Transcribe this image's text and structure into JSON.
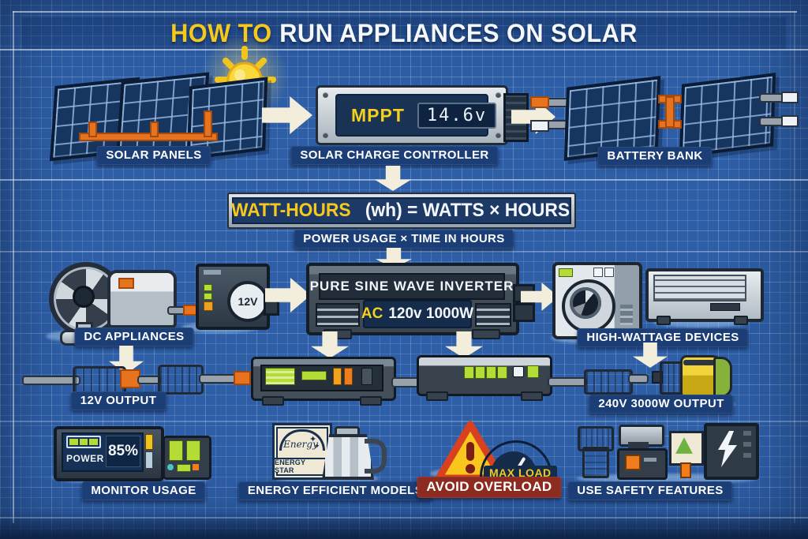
{
  "title": {
    "prefix": "HOW TO",
    "rest": "RUN APPLIANCES ON SOLAR"
  },
  "top_row": {
    "solar_panels_label": "SOLAR PANELS",
    "controller_label": "SOLAR CHARGE CONTROLLER",
    "controller_mode": "MPPT",
    "controller_voltage": "14.6v",
    "battery_label": "BATTERY BANK"
  },
  "formula": {
    "highlight": "WATT-HOURS",
    "rest": "(wh) = WATTS × HOURS",
    "subtitle": "POWER USAGE × TIME IN HOURS"
  },
  "mid_row": {
    "dc_label": "DC APPLIANCES",
    "dc_voltage_badge": "12V",
    "inverter_title": "PURE SINE WAVE INVERTER",
    "inverter_ac": "AC",
    "inverter_spec": "120v 1000W",
    "high_wattage_label": "HIGH-WATTAGE DEVICES"
  },
  "output_row": {
    "dc_output_label": "12V OUTPUT",
    "ac_output_label": "240V 3000W OUTPUT"
  },
  "tips_row": {
    "monitor": {
      "label": "MONITOR USAGE",
      "meter_word": "POWER",
      "meter_value": "85%"
    },
    "efficiency": {
      "label": "ENERGY EFFICIENT MODELS",
      "badge_script": "Energy",
      "badge_line": "ENERGY STAR"
    },
    "overload": {
      "label": "AVOID OVERLOAD",
      "gauge_label": "MAX LOAD"
    },
    "safety": {
      "label": "USE SAFETY FEATURES"
    }
  },
  "colors": {
    "background_blue": "#2e5ea6",
    "plate_blue": "#1c3e77",
    "accent_yellow": "#f6c81d",
    "accent_orange": "#e8731e",
    "arrow_cream": "#f3eedc",
    "alert_red": "#8d2b20",
    "led_green": "#b5dc35"
  }
}
